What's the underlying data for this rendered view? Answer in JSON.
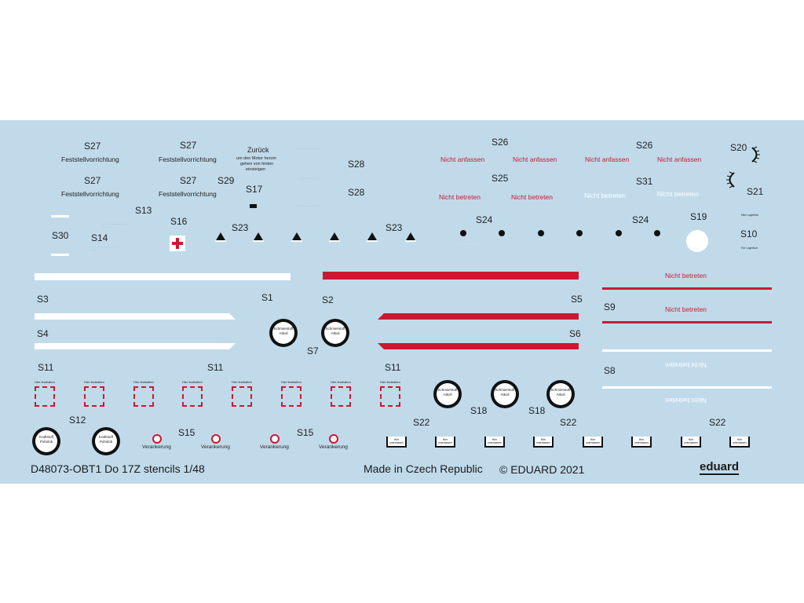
{
  "labels": {
    "s27a": "S27",
    "s27b": "S27",
    "s27c": "S27",
    "s27d": "S27",
    "s13": "S13",
    "s16": "S16",
    "s30": "S30",
    "s14": "S14",
    "s29": "S29",
    "s17": "S17",
    "s23a": "S23",
    "s23b": "S23",
    "s28a": "S28",
    "s28b": "S28",
    "s26a": "S26",
    "s26b": "S26",
    "s25": "S25",
    "s31": "S31",
    "s20": "S20",
    "s21": "S21",
    "s24a": "S24",
    "s24b": "S24",
    "s19": "S19",
    "s10": "S10",
    "s3": "S3",
    "s1": "S1",
    "s2": "S2",
    "s5": "S5",
    "s9": "S9",
    "s4": "S4",
    "s7": "S7",
    "s6": "S6",
    "s8": "S8",
    "s11a": "S11",
    "s11b": "S11",
    "s11c": "S11",
    "s18a": "S18",
    "s18b": "S18",
    "s12": "S12",
    "s15a": "S15",
    "s15b": "S15",
    "s22a": "S22",
    "s22b": "S22",
    "s22c": "S22"
  },
  "stencils": {
    "feststell": "Feststellvorrichtung",
    "zuruck_title": "Zurück",
    "zuruck_line1": "um den Motor herum",
    "zuruck_line2": "gehen von hinten",
    "zuruck_line3": "einsteigen",
    "nicht_anfassen": "Nicht anfassen",
    "nicht_betreten": "Nicht betreten",
    "schmierstoff": "Schmierstoff Atkoil",
    "kraftstoff": "Kraftstoff Pohslob",
    "verankerung": "Verankerung",
    "hier_festhalten": "Hier festhalten",
    "hier_unterlassen": "Hier unterlassen",
    "hier_logerboh": "Hier Logerboh",
    "hier_logerboh2": "Für Logerboh"
  },
  "footer": {
    "product": "D48073-OBT1 Do 17Z  stencils 1/48",
    "made_in": "Made in Czech Republic",
    "copyright": "© EDUARD 2021",
    "brand": "eduard"
  },
  "colors": {
    "sheet": "#c0daea",
    "red": "#cc1831",
    "white": "#ffffff"
  }
}
